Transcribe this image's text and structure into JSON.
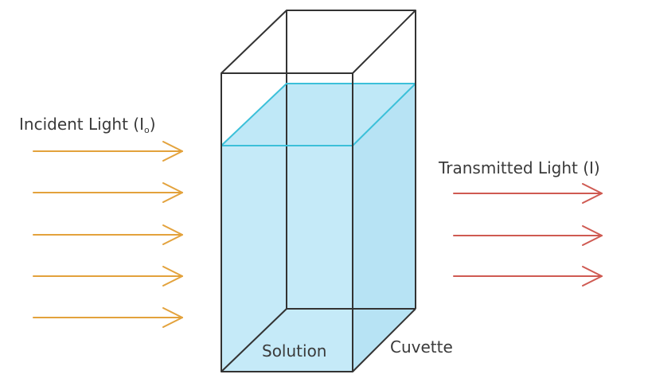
{
  "labels": {
    "incident_prefix": "Incident Light (I",
    "incident_subscript": "o",
    "incident_suffix": ")",
    "transmitted": "Transmitted Light (I)",
    "solution": "Solution",
    "cuvette": "Cuvette"
  },
  "colors": {
    "incident_arrow": "#e3a23c",
    "transmitted_arrow": "#cf5a52",
    "solution_fill": "#c5eaf8",
    "solution_edge": "#3cc0d9",
    "cuvette_edge": "#333333",
    "text": "#3a3a3a"
  },
  "arrows": {
    "incident_count": 5,
    "transmitted_count": 3
  }
}
